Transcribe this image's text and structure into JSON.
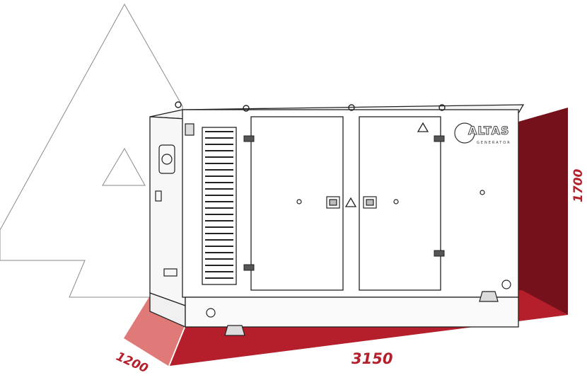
{
  "dimensions": {
    "depth": "1200",
    "width": "3150",
    "height": "1700"
  },
  "brand": {
    "name": "ALTAS",
    "sub": "GENERATOR"
  },
  "colors": {
    "floor": "#b41f2b",
    "wall": "#75111a",
    "side": "#e07a78",
    "outline": "#8a8a8a"
  },
  "icons": [
    "letter-a-outline-icon",
    "warning-triangle-icon",
    "door-hinge-icon",
    "door-handle-icon",
    "lifting-eye-icon"
  ]
}
